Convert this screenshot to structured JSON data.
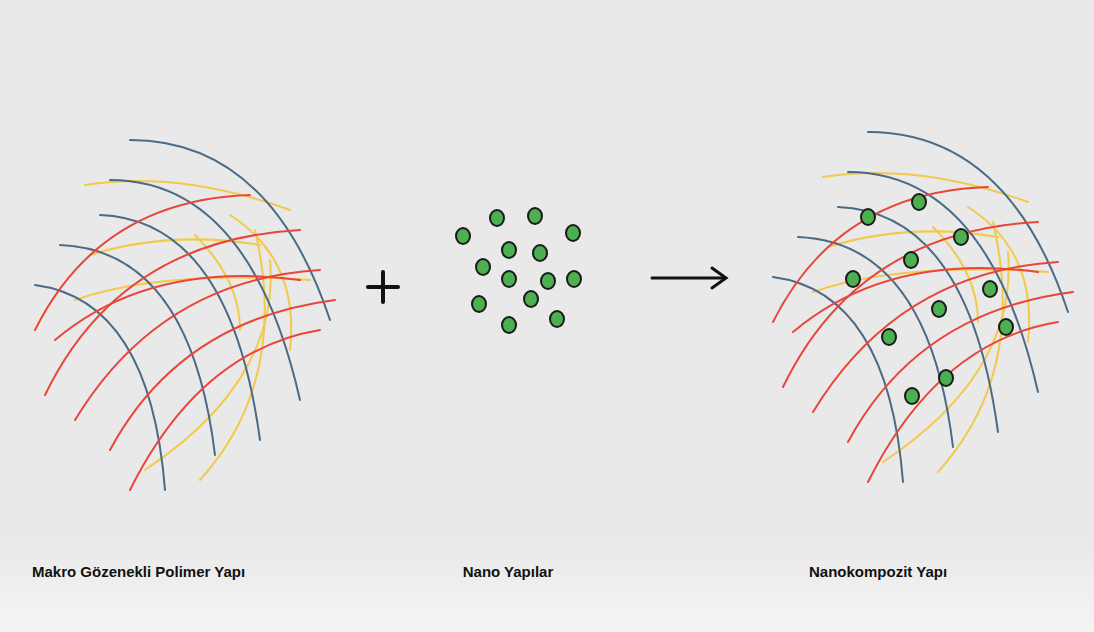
{
  "diagram": {
    "labels": [
      "Makro Gözenekli Polimer Yapı",
      "Nano Yapılar",
      "Nanokompozit Yapı"
    ]
  }
}
